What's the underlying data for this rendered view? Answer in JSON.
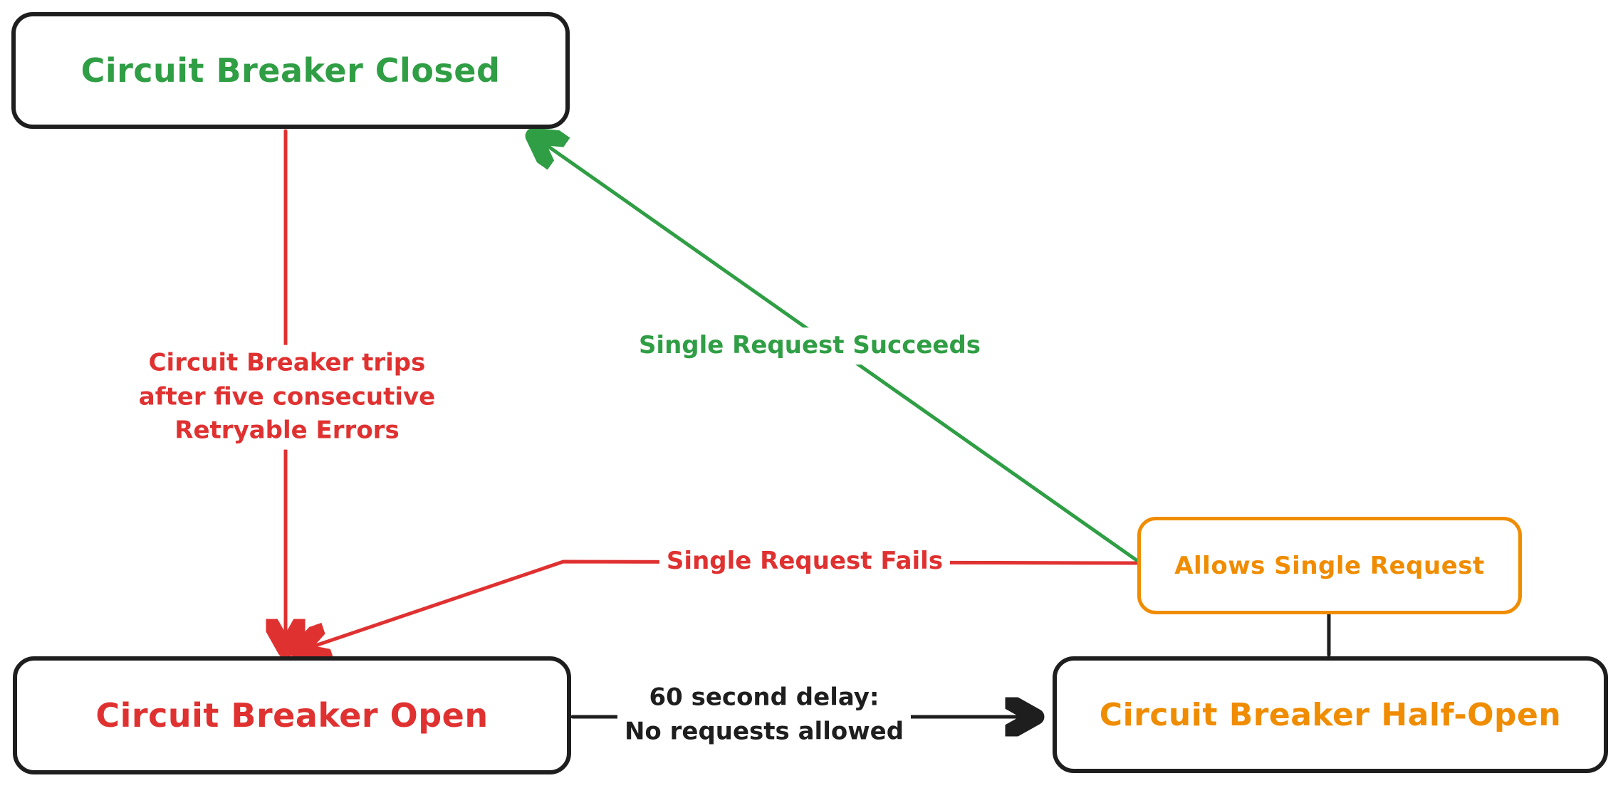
{
  "colors": {
    "green": "#2f9e44",
    "red": "#e03131",
    "orange": "#f08c00",
    "ink": "#1e1e1e",
    "bg": "#ffffff"
  },
  "nodes": {
    "closed": {
      "label": "Circuit Breaker Closed",
      "color": "green"
    },
    "open": {
      "label": "Circuit Breaker Open",
      "color": "red"
    },
    "half_open": {
      "label": "Circuit Breaker Half-Open",
      "color": "orange"
    },
    "allows_single_request": {
      "label": "Allows Single Request",
      "color": "orange"
    }
  },
  "edges": {
    "trips": {
      "from": "closed",
      "to": "open",
      "color": "red",
      "lines": [
        "Circuit Breaker trips",
        "after five consecutive",
        "Retryable Errors"
      ]
    },
    "succeeds": {
      "from": "allows_single_request",
      "to": "closed",
      "color": "green",
      "label": "Single Request Succeeds"
    },
    "fails": {
      "from": "allows_single_request",
      "to": "open",
      "color": "red",
      "label": "Single Request Fails"
    },
    "delay": {
      "from": "open",
      "to": "half_open",
      "color": "black",
      "lines": [
        "60 second delay:",
        "No requests allowed"
      ]
    },
    "connector": {
      "from": "half_open",
      "to": "allows_single_request",
      "color": "black",
      "label": ""
    }
  }
}
